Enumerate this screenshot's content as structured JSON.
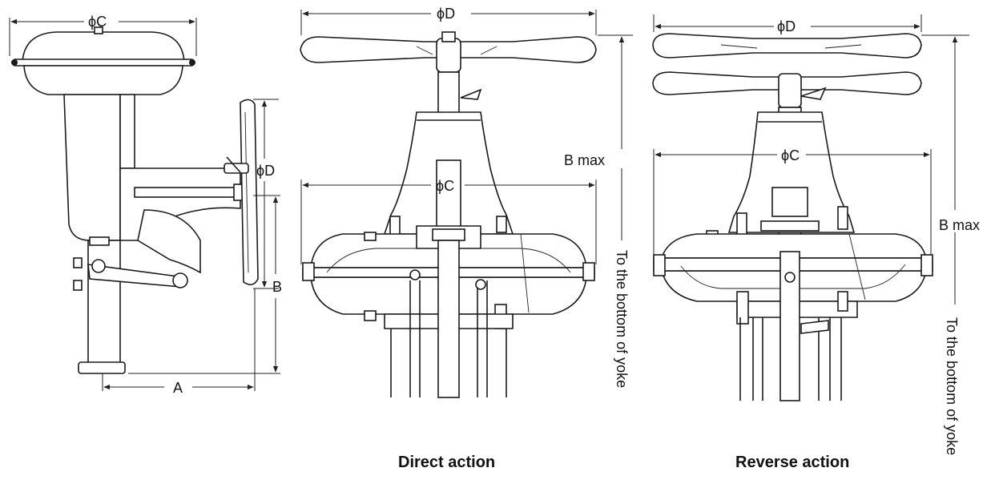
{
  "labels": {
    "left_phi_c": "ϕC",
    "left_phi_d": "ϕD",
    "left_a": "A",
    "left_b": "B",
    "mid_phi_d": "ϕD",
    "mid_phi_c": "ϕC",
    "mid_b_max": "B max",
    "mid_to_yoke": "To the bottom of yoke",
    "mid_caption": "Direct action",
    "right_phi_d": "ϕD",
    "right_phi_c": "ϕC",
    "right_b_max": "B max",
    "right_to_yoke": "To the bottom of yoke",
    "right_caption": "Reverse action"
  }
}
